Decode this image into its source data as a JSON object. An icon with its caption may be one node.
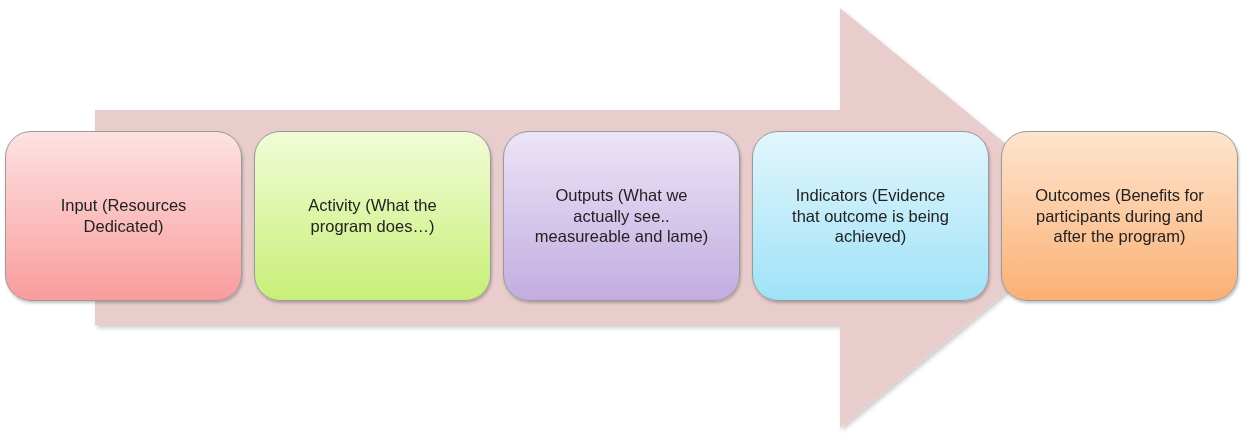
{
  "diagram": {
    "nodes": [
      {
        "text": [
          "Input (Resources Dedicated)"
        ]
      },
      {
        "text": [
          "Activity (What the program does…)"
        ]
      },
      {
        "text": [
          "Outputs (What we actually see.. measureable and lame)"
        ]
      },
      {
        "text": [
          "Indicators (Evidence that outcome is being achieved)"
        ]
      },
      {
        "text": [
          "Outcomes (Benefits for participants during and after the program)"
        ]
      }
    ],
    "edges": [
      {
        "from": 0,
        "to": 4,
        "arrow": "to"
      }
    ]
  }
}
